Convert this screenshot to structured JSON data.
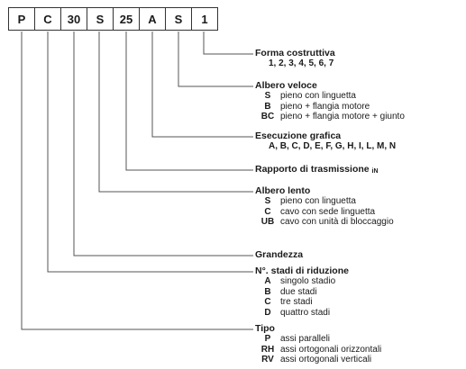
{
  "code": [
    "P",
    "C",
    "30",
    "S",
    "25",
    "A",
    "S",
    "1"
  ],
  "sections": [
    {
      "id": "forma",
      "title": "Forma costruttiva",
      "values": "1, 2, 3, 4, 5, 6, 7",
      "options": []
    },
    {
      "id": "albero-veloce",
      "title": "Albero veloce",
      "options": [
        {
          "code": "S",
          "desc": "pieno con linguetta"
        },
        {
          "code": "B",
          "desc": "pieno + flangia motore"
        },
        {
          "code": "BC",
          "desc": "pieno + flangia motore + giunto"
        }
      ]
    },
    {
      "id": "esecuzione",
      "title": "Esecuzione grafica",
      "values": "A, B, C, D, E, F, G, H, I, L, M, N",
      "options": []
    },
    {
      "id": "rapporto",
      "title": "Rapporto di trasmissione",
      "title_sub": "iN",
      "options": []
    },
    {
      "id": "albero-lento",
      "title": "Albero lento",
      "options": [
        {
          "code": "S",
          "desc": "pieno con linguetta"
        },
        {
          "code": "C",
          "desc": "cavo con sede linguetta"
        },
        {
          "code": "UB",
          "desc": "cavo con unità di bloccaggio"
        }
      ]
    },
    {
      "id": "grandezza",
      "title": "Grandezza",
      "options": []
    },
    {
      "id": "stadi",
      "title": "N°. stadi di riduzione",
      "options": [
        {
          "code": "A",
          "desc": "singolo stadio"
        },
        {
          "code": "B",
          "desc": "due stadi"
        },
        {
          "code": "C",
          "desc": "tre stadi"
        },
        {
          "code": "D",
          "desc": "quattro stadi"
        }
      ]
    },
    {
      "id": "tipo",
      "title": "Tipo",
      "options": [
        {
          "code": "P",
          "desc": "assi paralleli"
        },
        {
          "code": "RH",
          "desc": "assi ortogonali orizzontali"
        },
        {
          "code": "RV",
          "desc": "assi ortogonali verticali"
        }
      ]
    }
  ]
}
